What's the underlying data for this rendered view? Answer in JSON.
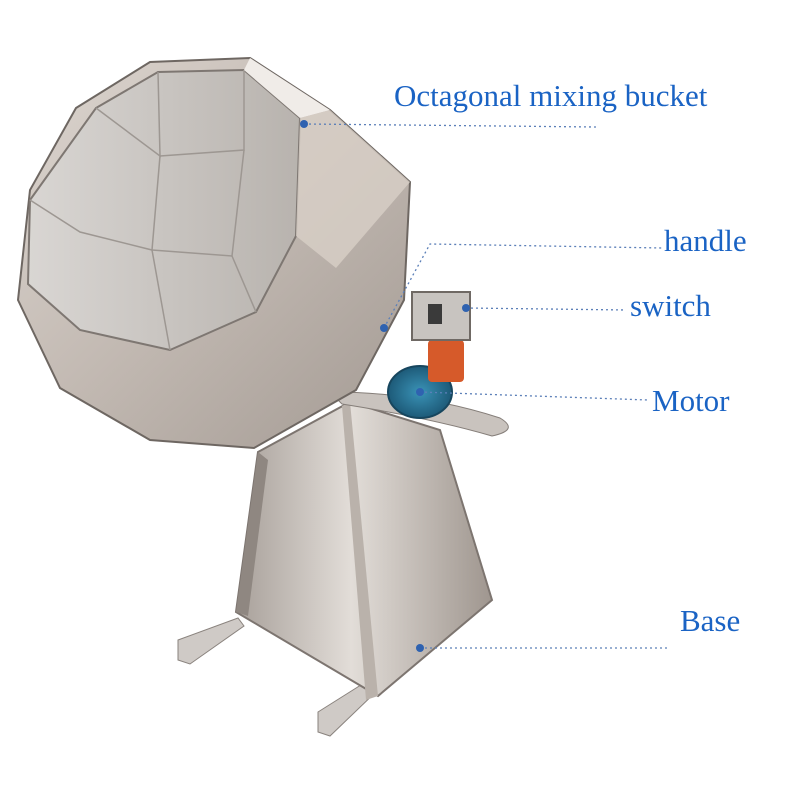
{
  "labels": {
    "bucket": "Octagonal mixing bucket",
    "handle": "handle",
    "switch": "switch",
    "motor": "Motor",
    "base": "Base"
  },
  "colors": {
    "label_text": "#1a63c4",
    "leader_line": "#5b7fb8",
    "steel_light": "#e4e0dc",
    "steel_mid": "#b9b1aa",
    "steel_dark": "#8e8680"
  }
}
